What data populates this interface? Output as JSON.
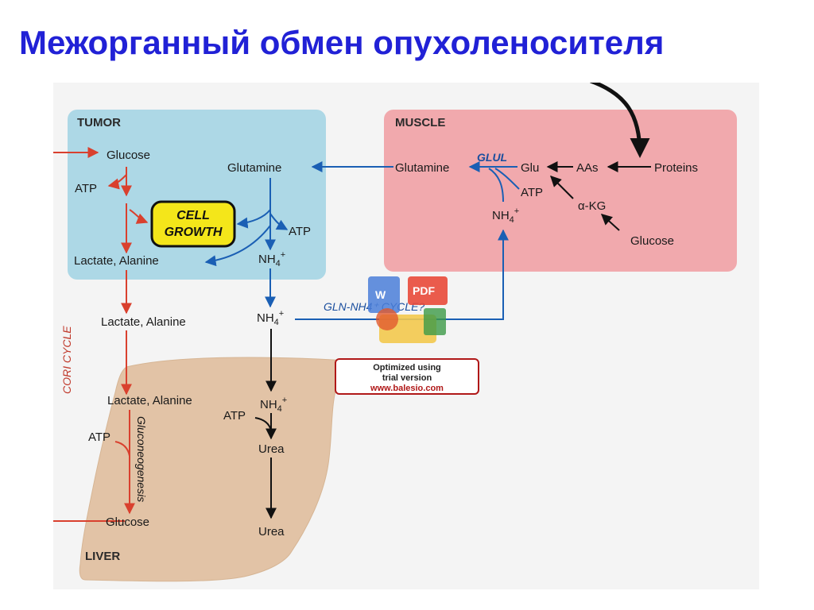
{
  "slide": {
    "title": "Межорганный обмен опухоленосителя"
  },
  "tumor": {
    "label": "TUMOR",
    "glucose": "Glucose",
    "atp": "ATP",
    "cell_growth_line1": "CELL",
    "cell_growth_line2": "GROWTH",
    "lactate_alanine": "Lactate, Alanine",
    "glutamine": "Glutamine",
    "atp2": "ATP",
    "nh4": "NH",
    "nh4_sub": "4",
    "nh4_sup": "+"
  },
  "muscle": {
    "label": "MUSCLE",
    "glutamine": "Glutamine",
    "glul": "GLUL",
    "glu": "Glu",
    "aas": "AAs",
    "proteins": "Proteins",
    "atp": "ATP",
    "nh4": "NH",
    "nh4_sub": "4",
    "nh4_sup": "+",
    "akg": "α-KG",
    "glucose": "Glucose"
  },
  "circulation": {
    "lactate_alanine": "Lactate, Alanine",
    "nh4": "NH",
    "nh4_sub": "4",
    "nh4_sup": "+",
    "gln_nh4_cycle": "GLN-NH4⁺ CYCLE?",
    "cori_cycle": "CORI CYCLE",
    "urea": "Urea"
  },
  "liver": {
    "label": "LIVER",
    "lactate_alanine": "Lactate, Alanine",
    "atp_left": "ATP",
    "gluconeogenesis": "Gluconeogenesis",
    "glucose": "Glucose",
    "atp_urea": "ATP",
    "nh4": "NH",
    "nh4_sub": "4",
    "nh4_sup": "+",
    "urea": "Urea"
  },
  "watermark": {
    "line1": "Optimized using",
    "line2": "trial version",
    "url": "www.balesio.com",
    "icon_w": "W",
    "icon_pdf": "PDF"
  },
  "colors": {
    "title": "#2121d6",
    "tumor_bg": "#add8e6",
    "muscle_bg": "#f1a9ad",
    "liver_bg": "#e2c3a6",
    "blue_arrow": "#1a5fb4",
    "red_arrow": "#d9402e",
    "black_arrow": "#111111",
    "cell_growth_fill": "#f4e61a"
  }
}
